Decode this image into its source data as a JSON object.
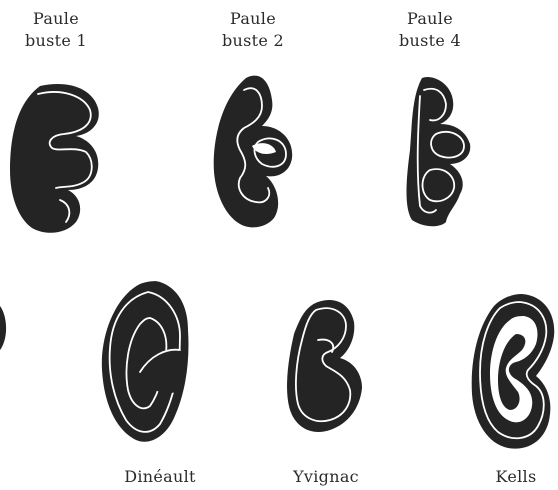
{
  "figures": [
    {
      "id": "paule-1",
      "label": "Paule\nbuste 1"
    },
    {
      "id": "paule-2",
      "label": "Paule\nbuste 2"
    },
    {
      "id": "paule-4",
      "label": "Paule\nbuste 4"
    },
    {
      "id": "dineault",
      "label": "Dinéault"
    },
    {
      "id": "yvignac",
      "label": "Yvignac"
    },
    {
      "id": "kells",
      "label": "Kells"
    }
  ],
  "colors": {
    "ink": "#242424",
    "paper": "#ffffff",
    "text": "#2b2b2b"
  }
}
